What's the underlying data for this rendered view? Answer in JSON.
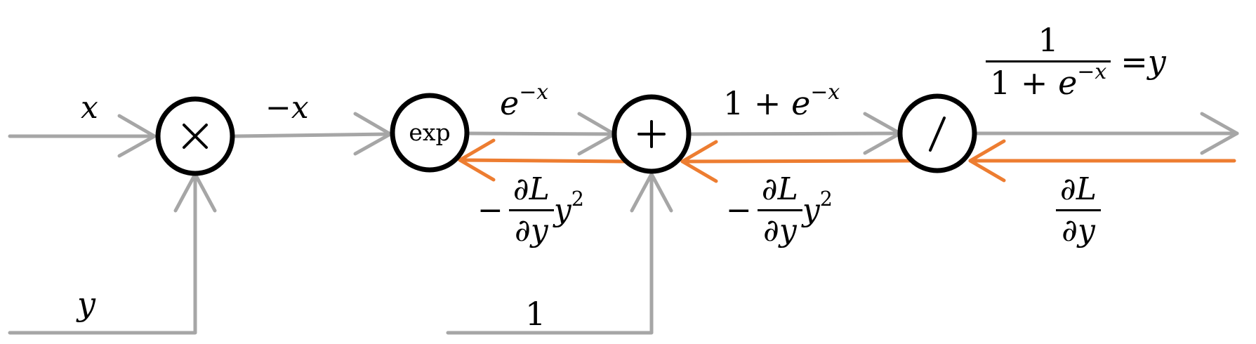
{
  "nodes": {
    "multiply": "×",
    "exp": "exp",
    "add": "+",
    "divide": "/"
  },
  "inputs": {
    "x": "x",
    "y": "y",
    "one": "1"
  },
  "forward": {
    "neg_x": "−x",
    "exp_base": "e",
    "exp_power": "−x",
    "sum_prefix": "1 + ",
    "sum_base": "e",
    "sum_power": "−x",
    "out_num": "1",
    "out_den_prefix": "1 + ",
    "out_den_base": "e",
    "out_den_power": "−x",
    "out_eq": "= ",
    "out_var": "y"
  },
  "backward": {
    "grad_out_num": "∂L",
    "grad_out_den": "∂y",
    "grad_sum_sign": "−",
    "grad_sum_num": "∂L",
    "grad_sum_den": "∂y",
    "grad_sum_var": "y",
    "grad_sum_pow": "2",
    "grad_exp_sign": "−",
    "grad_exp_num": "∂L",
    "grad_exp_den": "∂y",
    "grad_exp_var": "y",
    "grad_exp_pow": "2"
  },
  "colors": {
    "forward_edge": "#a6a6a6",
    "backward_edge": "#ed7d31",
    "node_stroke": "#000000"
  }
}
